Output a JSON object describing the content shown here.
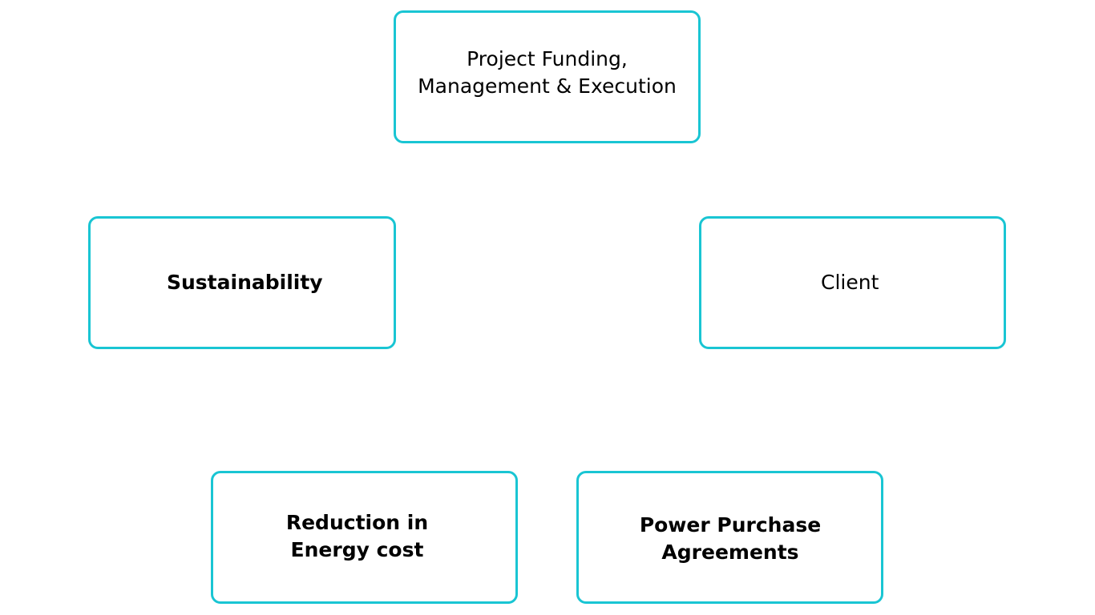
{
  "diagram": {
    "border_color": "#19c5d3",
    "text_color": "#000000",
    "nodes": {
      "top": {
        "line1": "Project Funding,",
        "line2": "Management & Execution"
      },
      "left": {
        "line1": "Sustainability"
      },
      "right": {
        "line1": "Client"
      },
      "bottom_left": {
        "line1": "Reduction in",
        "line2": "Energy cost"
      },
      "bottom_right": {
        "line1": "Power Purchase",
        "line2": "Agreements"
      }
    }
  }
}
